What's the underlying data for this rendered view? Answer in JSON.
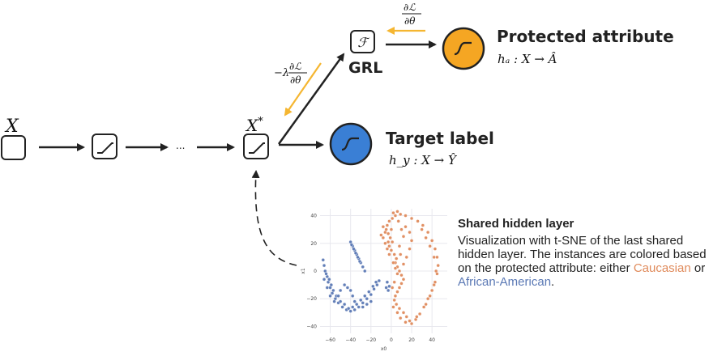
{
  "nodes": {
    "input_label": "X",
    "shared_label": "X*",
    "ellipsis": "...",
    "grl_label": "GRL",
    "grl_symbol": "ℱ"
  },
  "gradients": {
    "top_num": "∂ℒ",
    "top_den": "∂θ",
    "left_prefix": "−λ",
    "left_num": "∂ℒ",
    "left_den": "∂θ"
  },
  "heads": {
    "protected_title": "Protected attribute",
    "protected_func": "hₐ : X → Â",
    "target_title": "Target label",
    "target_func": "h_y : X → Ŷ"
  },
  "panel": {
    "title": "Shared hidden layer",
    "text_prefix": "Visualization with t-SNE of the last shared hidden layer. The instances are colored based on the protected attribute: either ",
    "caucasian": "Caucasian",
    "or": " or ",
    "african_american": "African-American",
    "suffix": "."
  },
  "colors": {
    "protected_node": "#f5a623",
    "target_node": "#3a7fd5",
    "gradient_arrow": "#f5b631",
    "caucasian": "#e08b5c",
    "african_american": "#5b79b5"
  },
  "chart_data": {
    "type": "scatter",
    "xlabel": "x0",
    "ylabel": "x1",
    "xlim": [
      -70,
      55
    ],
    "ylim": [
      -45,
      45
    ],
    "xticks": [
      -60,
      -40,
      -20,
      0,
      20,
      40
    ],
    "yticks": [
      -40,
      -20,
      0,
      20,
      40
    ],
    "grid": true,
    "series": [
      {
        "name": "Caucasian",
        "color": "#e08b5c",
        "points": [
          [
            2,
            42
          ],
          [
            4,
            40
          ],
          [
            1,
            38
          ],
          [
            -2,
            36
          ],
          [
            -4,
            33
          ],
          [
            -5,
            30
          ],
          [
            -3,
            27
          ],
          [
            -1,
            24
          ],
          [
            1,
            21
          ],
          [
            -2,
            18
          ],
          [
            0,
            15
          ],
          [
            3,
            12
          ],
          [
            5,
            9
          ],
          [
            4,
            6
          ],
          [
            6,
            3
          ],
          [
            8,
            0
          ],
          [
            10,
            -3
          ],
          [
            12,
            -6
          ],
          [
            10,
            -9
          ],
          [
            8,
            -12
          ],
          [
            6,
            -15
          ],
          [
            4,
            -18
          ],
          [
            3,
            -21
          ],
          [
            5,
            -24
          ],
          [
            8,
            -27
          ],
          [
            12,
            -30
          ],
          [
            15,
            -33
          ],
          [
            18,
            -36
          ],
          [
            20,
            -38
          ],
          [
            24,
            -35
          ],
          [
            28,
            -31
          ],
          [
            32,
            -26
          ],
          [
            36,
            -20
          ],
          [
            40,
            -14
          ],
          [
            43,
            -8
          ],
          [
            45,
            -2
          ],
          [
            46,
            4
          ],
          [
            45,
            10
          ],
          [
            43,
            16
          ],
          [
            40,
            22
          ],
          [
            36,
            28
          ],
          [
            31,
            33
          ],
          [
            26,
            36
          ],
          [
            20,
            38
          ],
          [
            14,
            40
          ],
          [
            9,
            41
          ],
          [
            6,
            43
          ],
          [
            -6,
            28
          ],
          [
            -8,
            24
          ],
          [
            -6,
            20
          ],
          [
            -4,
            16
          ],
          [
            -2,
            12
          ],
          [
            2,
            6
          ],
          [
            4,
            2
          ],
          [
            6,
            -2
          ],
          [
            14,
            32
          ],
          [
            18,
            28
          ],
          [
            20,
            22
          ],
          [
            18,
            16
          ],
          [
            15,
            10
          ],
          [
            12,
            5
          ],
          [
            10,
            30
          ],
          [
            12,
            25
          ],
          [
            8,
            18
          ],
          [
            9,
            12
          ],
          [
            3,
            -8
          ],
          [
            1,
            -12
          ],
          [
            2,
            -26
          ],
          [
            6,
            -30
          ],
          [
            9,
            -34
          ],
          [
            14,
            -37
          ],
          [
            30,
            30
          ],
          [
            34,
            24
          ],
          [
            38,
            18
          ],
          [
            42,
            10
          ],
          [
            44,
            0
          ],
          [
            42,
            -10
          ],
          [
            38,
            -18
          ],
          [
            34,
            -24
          ],
          [
            25,
            -33
          ],
          [
            -8,
            32
          ],
          [
            -10,
            26
          ],
          [
            -3,
            21
          ],
          [
            0,
            30
          ],
          [
            7,
            36
          ]
        ]
      },
      {
        "name": "African-American",
        "color": "#5b79b5",
        "points": [
          [
            -67,
            8
          ],
          [
            -66,
            4
          ],
          [
            -65,
            0
          ],
          [
            -63,
            -4
          ],
          [
            -62,
            -8
          ],
          [
            -60,
            -12
          ],
          [
            -58,
            -16
          ],
          [
            -55,
            -20
          ],
          [
            -52,
            -23
          ],
          [
            -48,
            -26
          ],
          [
            -44,
            -28
          ],
          [
            -40,
            -29
          ],
          [
            -36,
            -28
          ],
          [
            -32,
            -26
          ],
          [
            -28,
            -23
          ],
          [
            -24,
            -20
          ],
          [
            -20,
            -17
          ],
          [
            -17,
            -13
          ],
          [
            -14,
            -10
          ],
          [
            -12,
            -7
          ],
          [
            -64,
            -2
          ],
          [
            -61,
            -6
          ],
          [
            -59,
            -10
          ],
          [
            -57,
            -14
          ],
          [
            -54,
            -18
          ],
          [
            -50,
            -22
          ],
          [
            -46,
            -24
          ],
          [
            -42,
            -27
          ],
          [
            -38,
            -26
          ],
          [
            -34,
            -24
          ],
          [
            -30,
            -21
          ],
          [
            -26,
            -18
          ],
          [
            -22,
            -15
          ],
          [
            -18,
            -11
          ],
          [
            -15,
            -8
          ],
          [
            -46,
            -10
          ],
          [
            -43,
            -12
          ],
          [
            -40,
            -14
          ],
          [
            -38,
            -18
          ],
          [
            -36,
            -22
          ],
          [
            -50,
            -14
          ],
          [
            -52,
            -18
          ],
          [
            -66,
            -6
          ],
          [
            -63,
            -12
          ],
          [
            -60,
            -18
          ],
          [
            -56,
            -22
          ],
          [
            -40,
            21
          ],
          [
            -38,
            18
          ],
          [
            -36,
            15
          ],
          [
            -34,
            12
          ],
          [
            -32,
            9
          ],
          [
            -30,
            6
          ],
          [
            -28,
            3
          ],
          [
            -26,
            0
          ],
          [
            -39,
            19
          ],
          [
            -37,
            16
          ],
          [
            -35,
            13
          ],
          [
            -33,
            10
          ],
          [
            -31,
            7
          ],
          [
            -4,
            -8
          ],
          [
            -2,
            -11
          ],
          [
            -3,
            -14
          ],
          [
            -5,
            -12
          ],
          [
            -20,
            -22
          ],
          [
            -24,
            -24
          ],
          [
            -28,
            -26
          ]
        ]
      }
    ]
  }
}
